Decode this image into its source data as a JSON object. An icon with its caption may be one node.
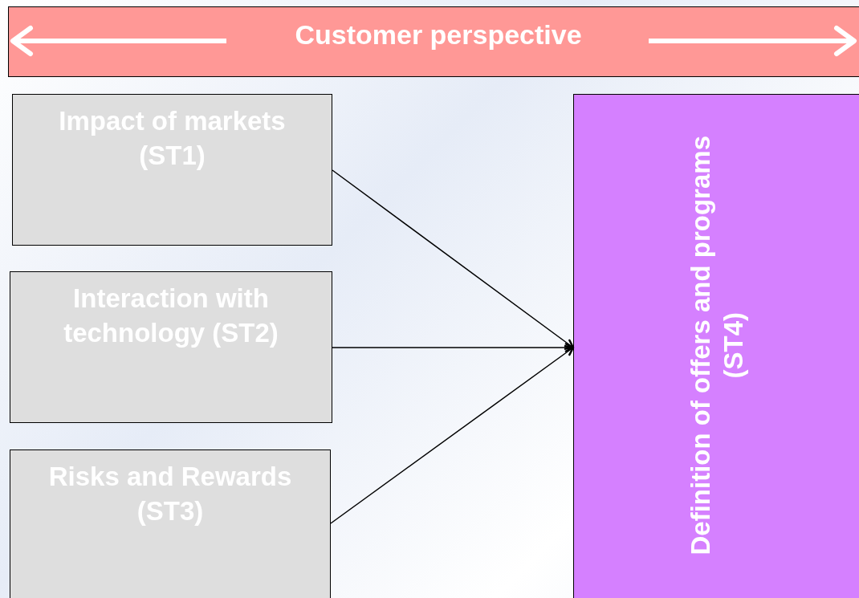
{
  "diagram": {
    "nodes": [
      {
        "text": [
          "Customer perspective"
        ]
      },
      {
        "text": [
          "Impact of markets (ST1)"
        ]
      },
      {
        "text": [
          "Interaction with technology (ST2)"
        ]
      },
      {
        "text": [
          "Risks and Rewards (ST3)"
        ]
      },
      {
        "text": [
          "Definition of offers and programs (ST4)"
        ]
      }
    ],
    "edges": [
      {
        "from": 1,
        "to": 4,
        "arrow": "to"
      },
      {
        "from": 2,
        "to": 4,
        "arrow": "to"
      },
      {
        "from": 3,
        "to": 4,
        "arrow": "to"
      }
    ]
  }
}
